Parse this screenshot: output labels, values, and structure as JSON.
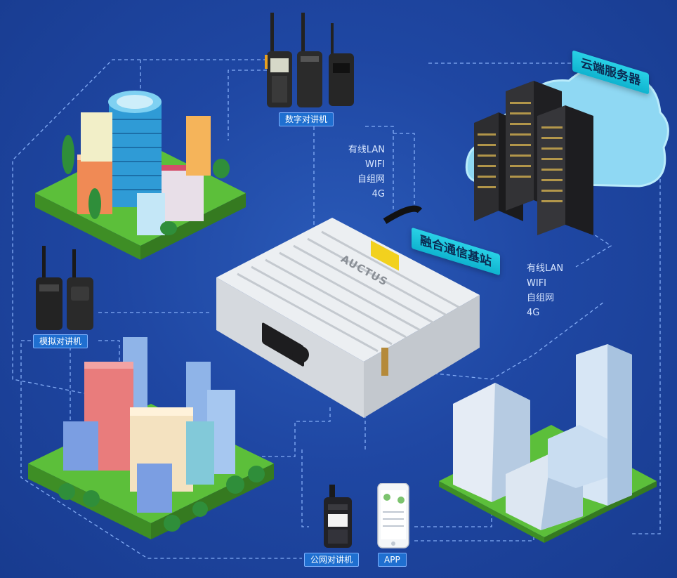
{
  "labels": {
    "digital_radio": "数字对讲机",
    "analog_radio": "模拟对讲机",
    "public_network_radio": "公网对讲机",
    "app": "APP",
    "cloud_server": "云端服务器",
    "base_station": "融合通信基站"
  },
  "connections_top": [
    "有线LAN",
    "WIFI",
    "自组网",
    "4G"
  ],
  "connections_right": [
    "有线LAN",
    "WIFI",
    "自组网",
    "4G"
  ],
  "device_brand": "AUCTUS",
  "colors": {
    "background": "#1f47a3",
    "dashed_line": "#8fb8ff",
    "label_fill": "#1f6fd0",
    "banner": "#20c4dc"
  }
}
